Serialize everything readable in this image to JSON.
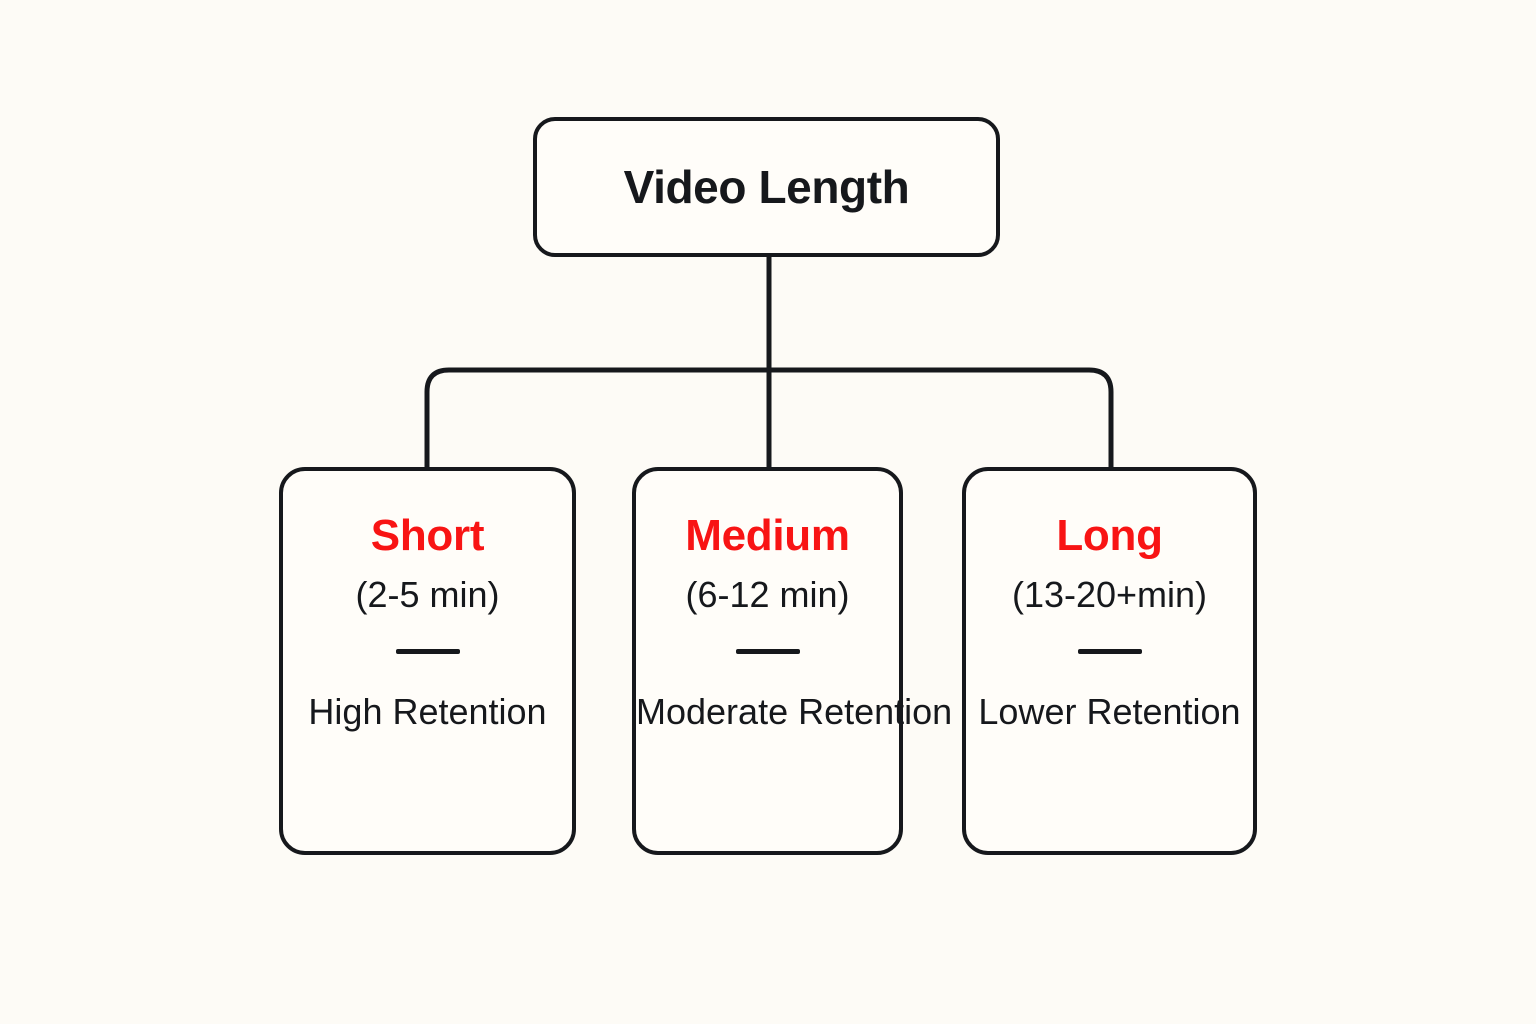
{
  "diagram": {
    "title": "Video Length",
    "background_color": "#fdfbf6",
    "node_fill_color": "#fffdf9",
    "stroke_color": "#16181c",
    "accent_color": "#f81414",
    "root": {
      "label": "Video Length"
    },
    "children": [
      {
        "title": "Short",
        "range": "(2-5 min)",
        "retention": "High Retention"
      },
      {
        "title": "Medium",
        "range": "(6-12 min)",
        "retention": "Moderate Retention"
      },
      {
        "title": "Long",
        "range": "(13-20+min)",
        "retention": "Lower Retention"
      }
    ]
  }
}
